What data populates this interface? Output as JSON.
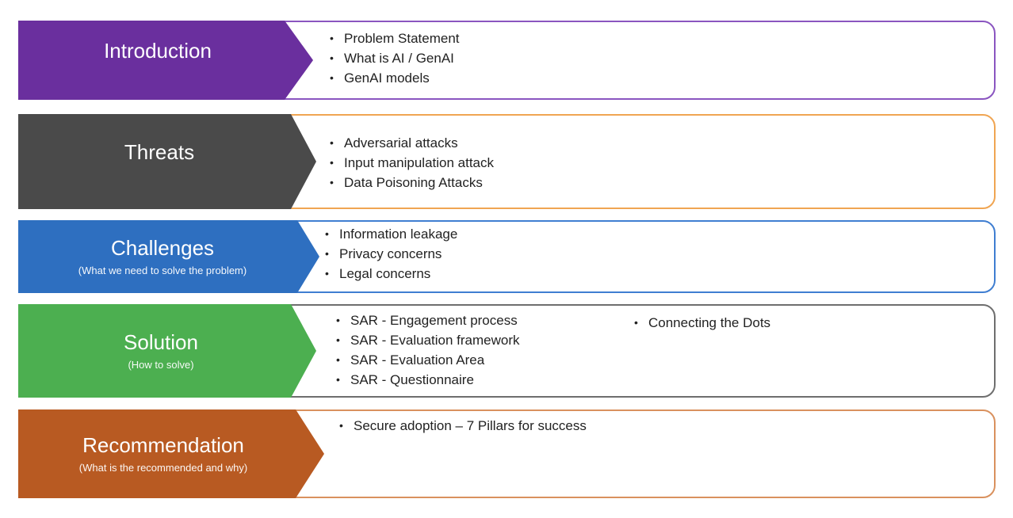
{
  "sections": [
    {
      "title": "Introduction",
      "subtitle": "",
      "color": "#6a2f9e",
      "border": "#8a55c0",
      "bullets": [
        "Problem Statement",
        "What is AI / GenAI",
        "GenAI models"
      ]
    },
    {
      "title": "Threats",
      "subtitle": "",
      "color": "#4a4a4a",
      "border": "#f0a552",
      "bullets": [
        "Adversarial attacks",
        "Input manipulation attack",
        "Data Poisoning Attacks"
      ]
    },
    {
      "title": "Challenges",
      "subtitle": "(What we need to solve the problem)",
      "color": "#2e6fc0",
      "border": "#3f7ed1",
      "bullets": [
        "Information leakage",
        "Privacy concerns",
        "Legal concerns"
      ]
    },
    {
      "title": "Solution",
      "subtitle": "(How to solve)",
      "color": "#4caf50",
      "border": "#6e6e6e",
      "bullets": [
        "SAR - Engagement process",
        "SAR - Evaluation framework",
        "SAR - Evaluation Area",
        "SAR - Questionnaire"
      ],
      "bullets_right": [
        "Connecting the Dots"
      ]
    },
    {
      "title": "Recommendation",
      "subtitle": "(What is the recommended and why)",
      "color": "#b85a22",
      "border": "#d9915e",
      "bullets": [
        "Secure adoption – 7 Pillars for success"
      ]
    }
  ]
}
